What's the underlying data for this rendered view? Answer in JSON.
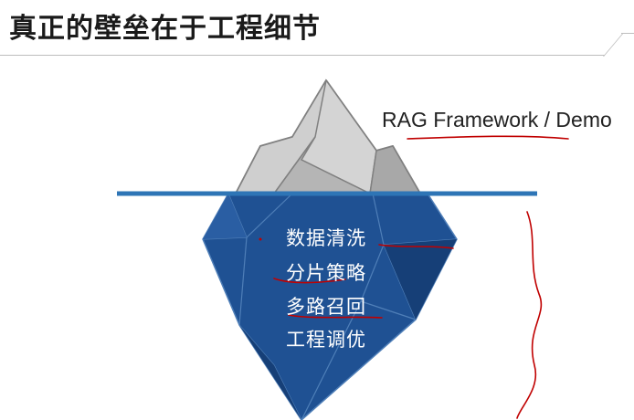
{
  "header": {
    "title": "真正的壁垒在于工程细节"
  },
  "diagram": {
    "above_water_label": "RAG Framework / Demo",
    "below_water_items": [
      "数据清洗",
      "分片策略",
      "多路召回",
      "工程调优"
    ],
    "colors": {
      "ice_light": "#d9d9d9",
      "ice_mid": "#bfbfbf",
      "ice_dark": "#9e9e9e",
      "underwater": "#1f5193",
      "underwater_dark": "#163f77",
      "waterline": "#2e75b6",
      "annotation": "#c00000"
    },
    "icons": [
      "iceberg-icon"
    ]
  }
}
